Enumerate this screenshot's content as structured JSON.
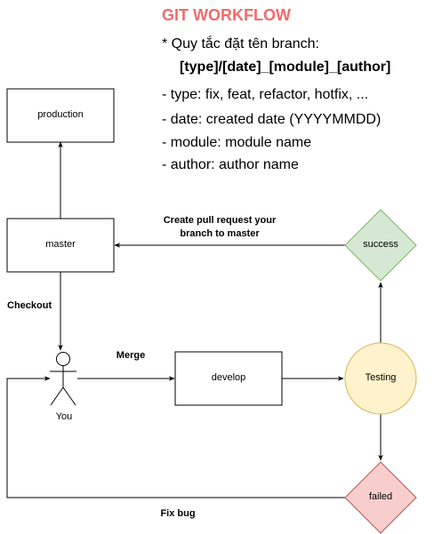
{
  "title": "GIT WORKFLOW",
  "colors": {
    "title": "#f26b6b",
    "success_fill": "#d5e8d4",
    "success_stroke": "#82b366",
    "testing_fill": "#fff2cc",
    "testing_stroke": "#d6b656",
    "failed_fill": "#f8cecc",
    "failed_stroke": "#b85450",
    "line": "#000000"
  },
  "notes": {
    "heading": "* Quy tắc đặt tên branch:",
    "pattern": "[type]/[date]_[module]_[author]",
    "items": [
      "- type: fix, feat, refactor, hotfix, ...",
      "- date: created date (YYYYMMDD)",
      "- module: module name",
      "- author: author name"
    ]
  },
  "nodes": {
    "production": "production",
    "master": "master",
    "develop": "develop",
    "testing": "Testing",
    "success": "success",
    "failed": "failed",
    "actor": "You"
  },
  "edges": {
    "pull_request": [
      "Create pull request your",
      "branch to master"
    ],
    "checkout": "Checkout",
    "merge": "Merge",
    "fix_bug": "Fix bug"
  }
}
